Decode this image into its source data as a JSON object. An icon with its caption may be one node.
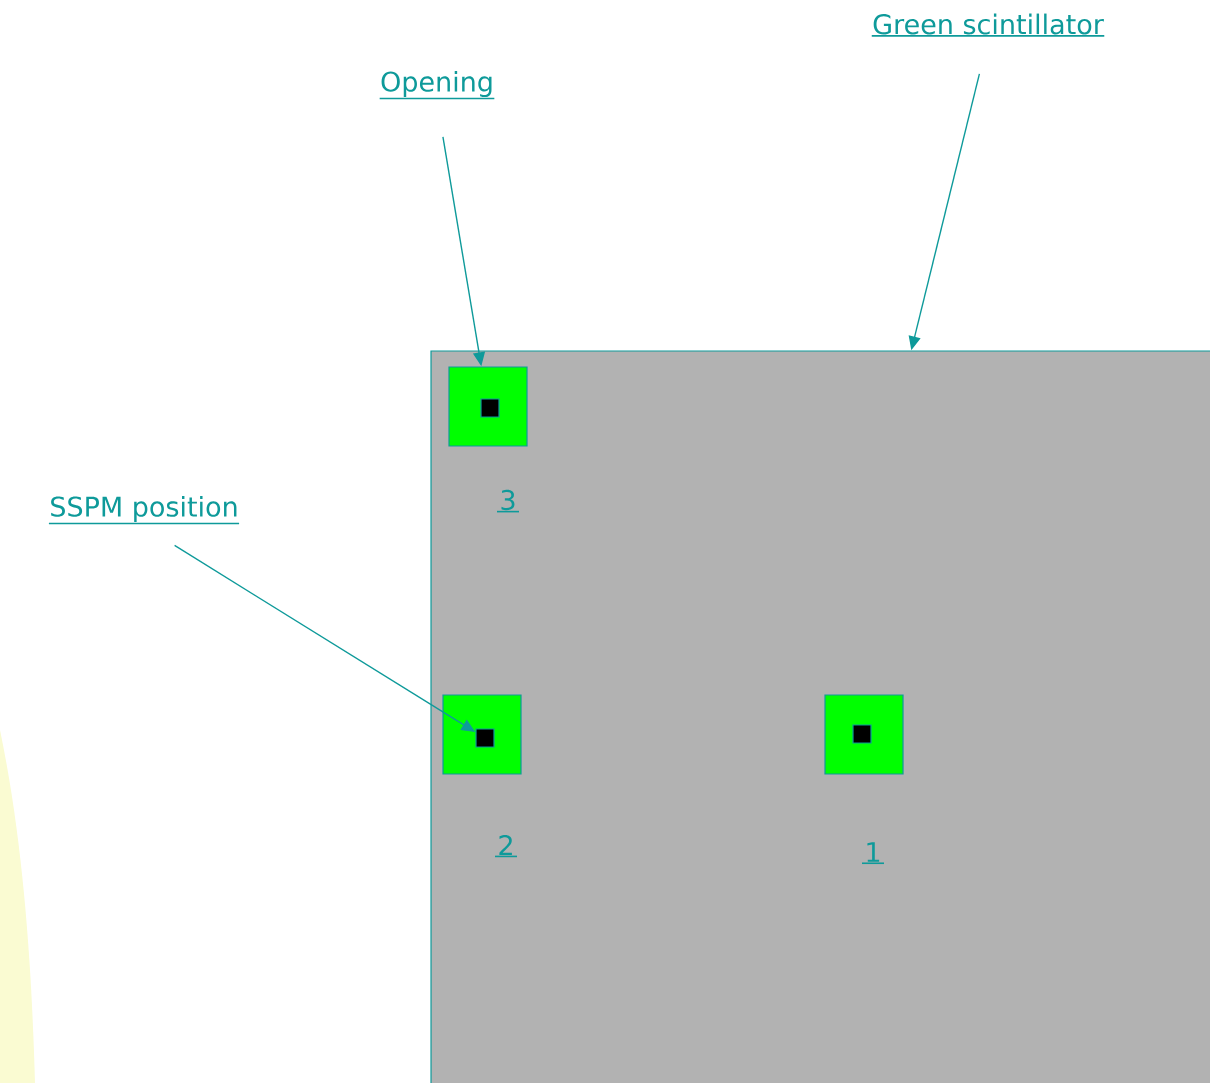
{
  "diagram": {
    "nodes": [
      {
        "text": [
          "Opening"
        ]
      },
      {
        "text": [
          "Green scintillator"
        ]
      },
      {
        "text": [
          "SSPM position"
        ]
      },
      {
        "text": [],
        "shape": "box"
      },
      {
        "text": [],
        "shape": "box",
        "in": 3,
        "beside": [
          "3"
        ]
      },
      {
        "text": [],
        "shape": "box",
        "in": 4
      },
      {
        "text": [],
        "shape": "box",
        "in": 3,
        "beside": [
          "2"
        ]
      },
      {
        "text": [],
        "shape": "box",
        "in": 6
      },
      {
        "text": [],
        "shape": "box",
        "in": 3,
        "beside": [
          "1"
        ]
      },
      {
        "text": [],
        "shape": "box",
        "in": 8
      }
    ],
    "edges": [
      {
        "from": 0,
        "to": 4,
        "arrow": "to"
      },
      {
        "from": 1,
        "to": 3,
        "arrow": "to"
      },
      {
        "from": 2,
        "to": 7,
        "arrow": "to"
      }
    ]
  }
}
